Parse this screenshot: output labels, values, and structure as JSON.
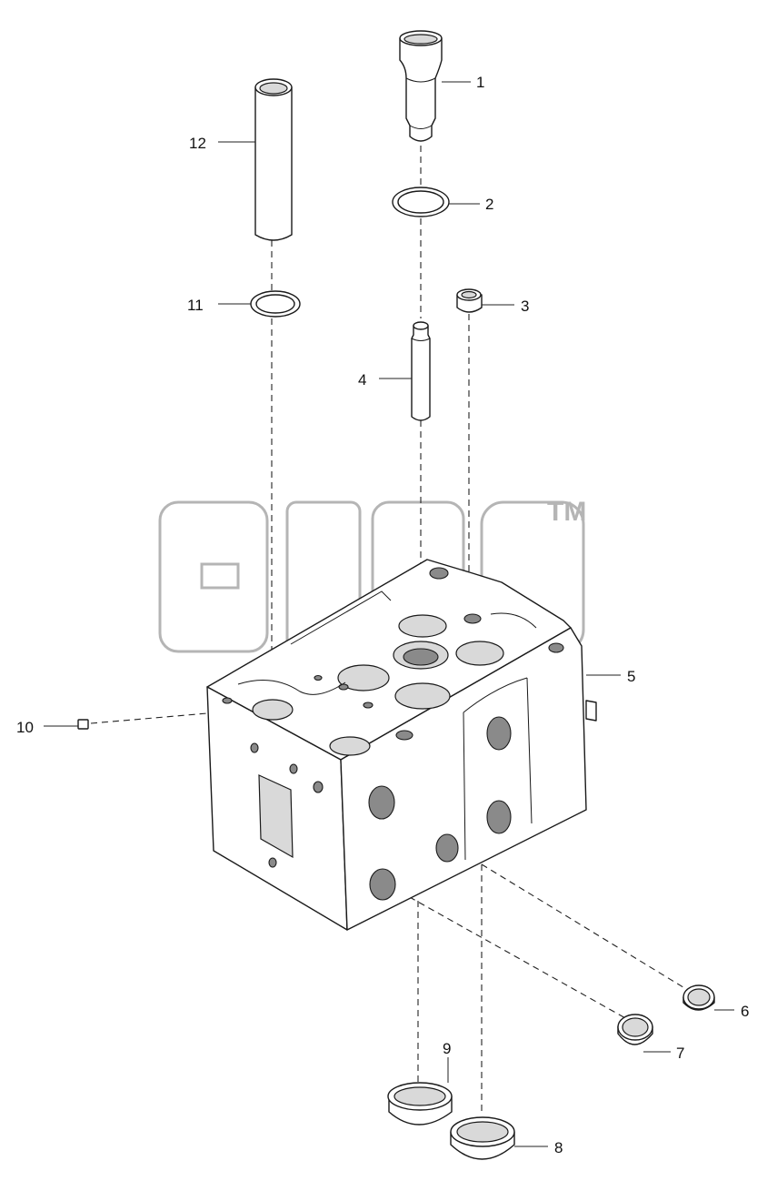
{
  "diagram": {
    "callouts": [
      {
        "id": "1",
        "label": "1"
      },
      {
        "id": "2",
        "label": "2"
      },
      {
        "id": "3",
        "label": "3"
      },
      {
        "id": "4",
        "label": "4"
      },
      {
        "id": "5",
        "label": "5"
      },
      {
        "id": "6",
        "label": "6"
      },
      {
        "id": "7",
        "label": "7"
      },
      {
        "id": "8",
        "label": "8"
      },
      {
        "id": "9",
        "label": "9"
      },
      {
        "id": "10",
        "label": "10"
      },
      {
        "id": "11",
        "label": "11"
      },
      {
        "id": "12",
        "label": "12"
      }
    ],
    "watermark": {
      "trademark": "TM"
    }
  }
}
